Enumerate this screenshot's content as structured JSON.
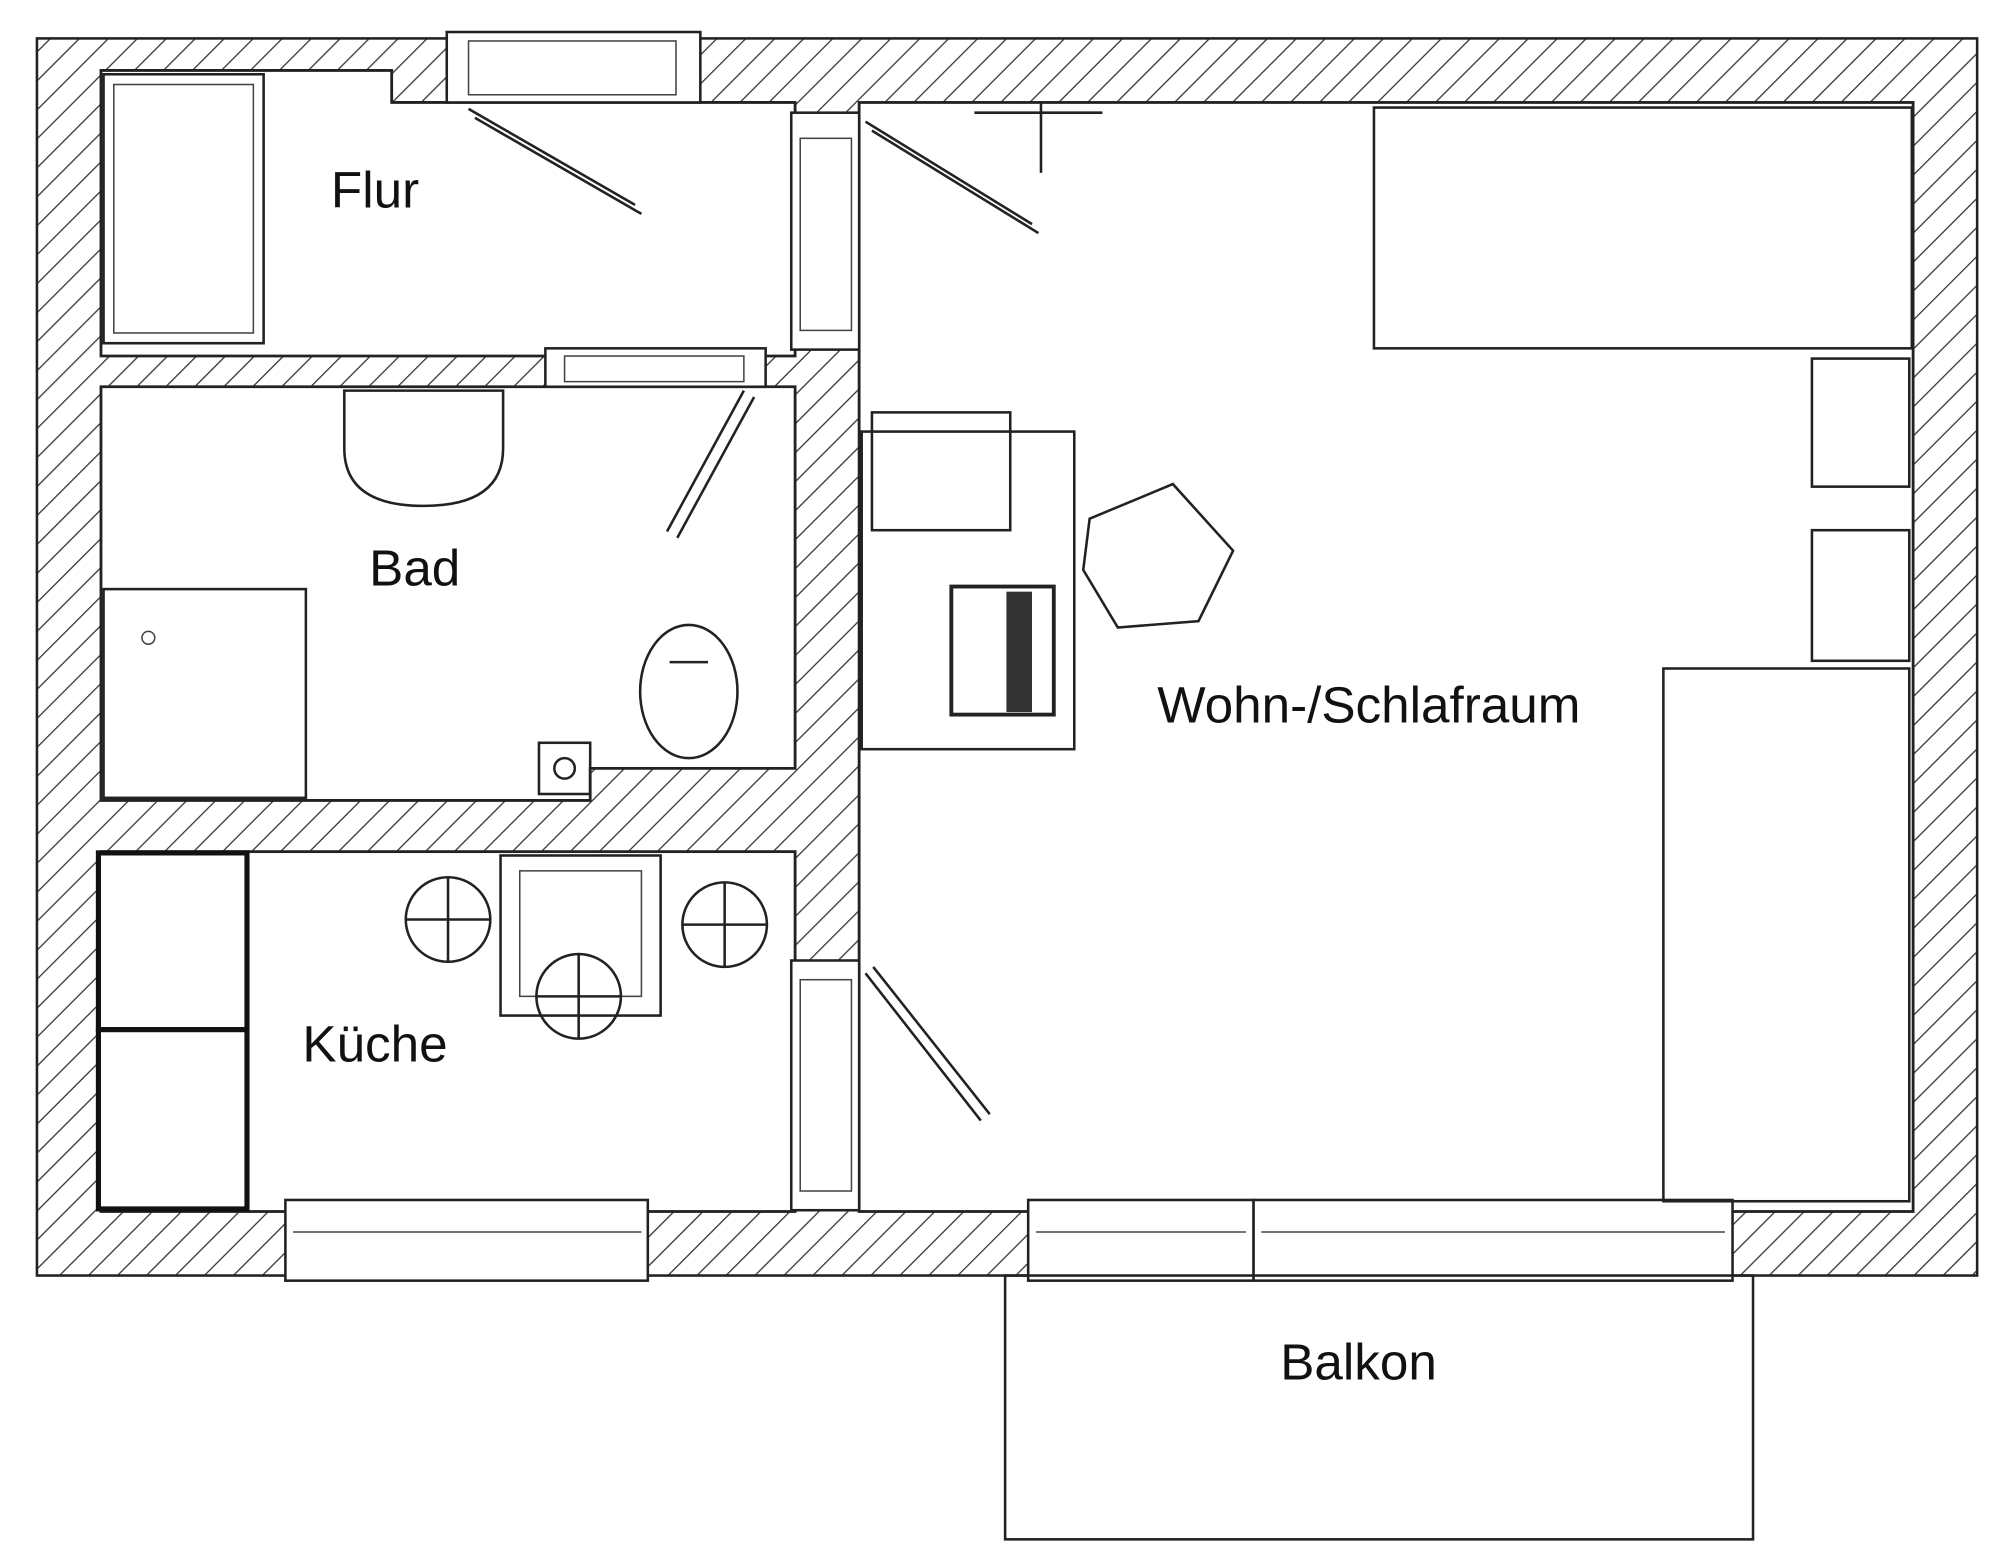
{
  "title": "Floor plan",
  "rooms": {
    "flur": "Flur",
    "bad": "Bad",
    "kueche": "Küche",
    "wohn": "Wohn-/Schlafraum",
    "balkon": "Balkon"
  },
  "colors": {
    "line": "#222222",
    "background": "#ffffff"
  }
}
